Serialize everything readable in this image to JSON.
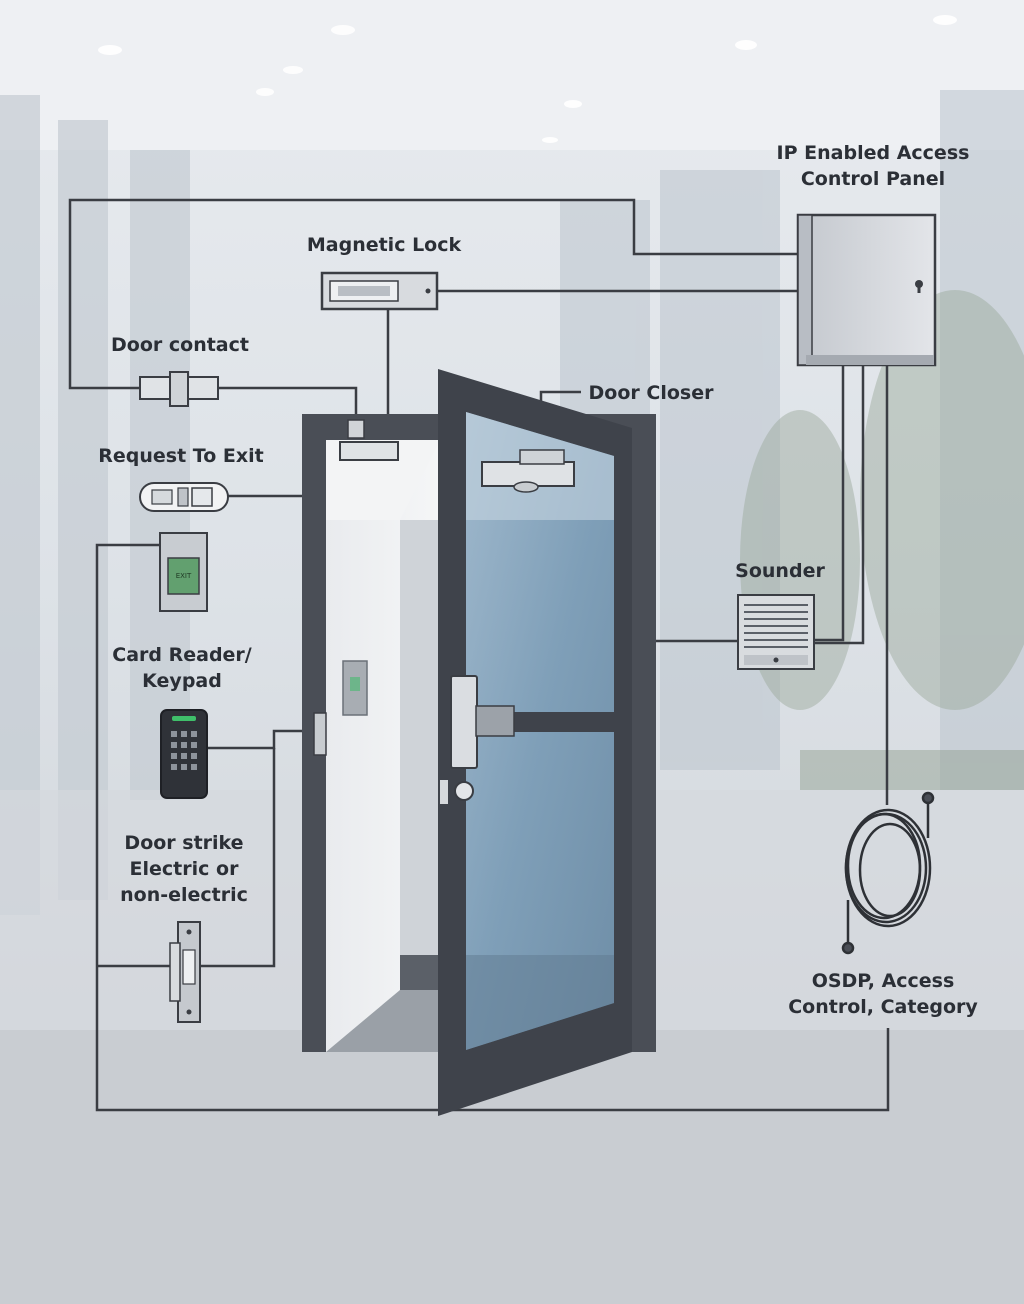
{
  "labels": {
    "ip_panel": [
      "IP Enabled Access",
      "Control Panel"
    ],
    "magnetic_lock": "Magnetic Lock",
    "door_contact": "Door contact",
    "door_closer": "Door Closer",
    "request_to_exit": "Request To Exit",
    "sounder": "Sounder",
    "card_reader": [
      "Card Reader/",
      "Keypad"
    ],
    "door_strike": [
      "Door strike",
      "Electric or",
      "non-electric"
    ],
    "osdp": [
      "OSDP, Access",
      "Control, Category"
    ]
  },
  "colors": {
    "wire": "#3a3d43",
    "door_frame": "#4a4e56",
    "glass": "#7f9fb8",
    "panel": "#d9dce1",
    "label_text": "#2b2f36"
  }
}
